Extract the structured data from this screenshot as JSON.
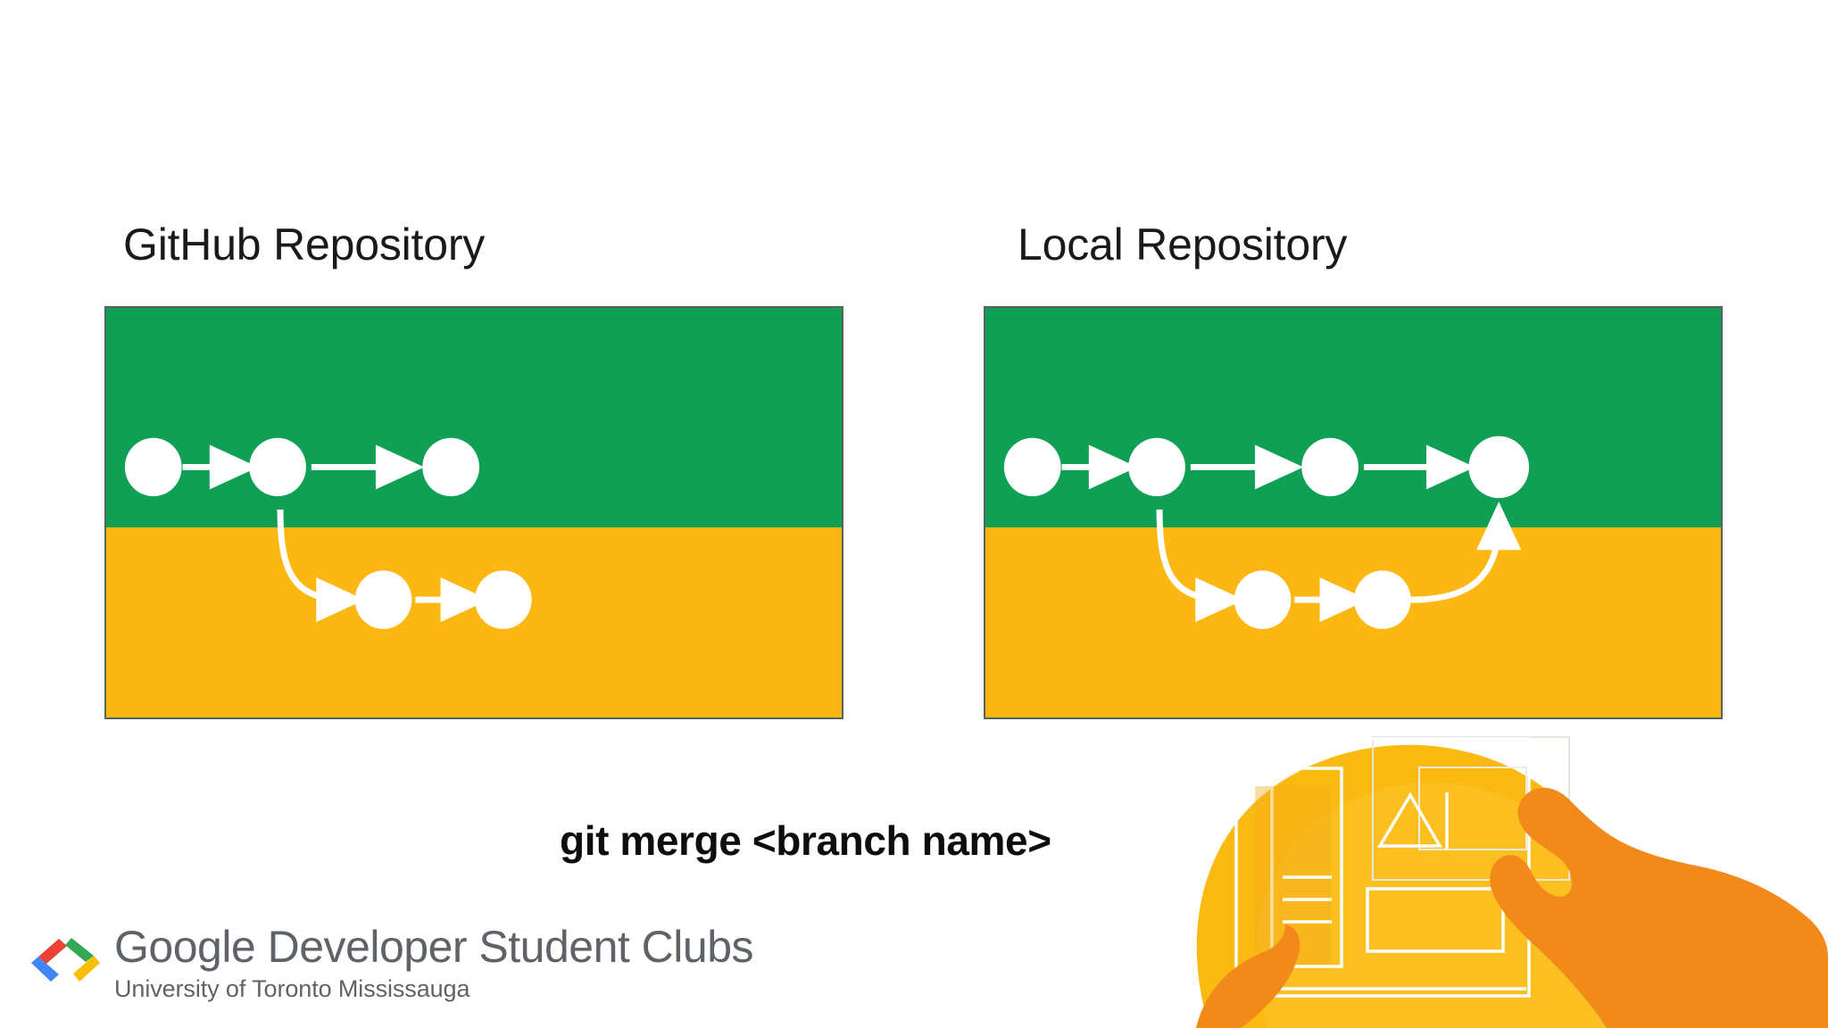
{
  "slide": {
    "background_color": "#ffffff",
    "command_caption": "git merge <branch name>"
  },
  "panels": [
    {
      "id": "github",
      "title": "GitHub Repository",
      "main_branch_color": "#10A055",
      "feature_branch_color": "#FDB713",
      "border_color": "#55655d",
      "node_color": "#ffffff",
      "main_commits": 3,
      "branch_commits": 2,
      "merged_back": false
    },
    {
      "id": "local",
      "title": "Local Repository",
      "main_branch_color": "#10A055",
      "feature_branch_color": "#FDB713",
      "border_color": "#55655d",
      "node_color": "#ffffff",
      "main_commits": 4,
      "branch_commits": 2,
      "merged_back": true
    }
  ],
  "logo": {
    "title": "Google Developer Student Clubs",
    "subtitle": "University of Toronto Mississauga",
    "mark_colors": {
      "red": "#EA4335",
      "blue": "#4285F4",
      "green": "#34A853",
      "yellow": "#FBBC04"
    }
  },
  "illustration": {
    "blob_color": "#FBBA12",
    "blob_highlight": "#FCC52B",
    "hand_color": "#F18A1B",
    "line_color": "#ffffff",
    "name": "hand-placing-wireframe-illustration"
  }
}
